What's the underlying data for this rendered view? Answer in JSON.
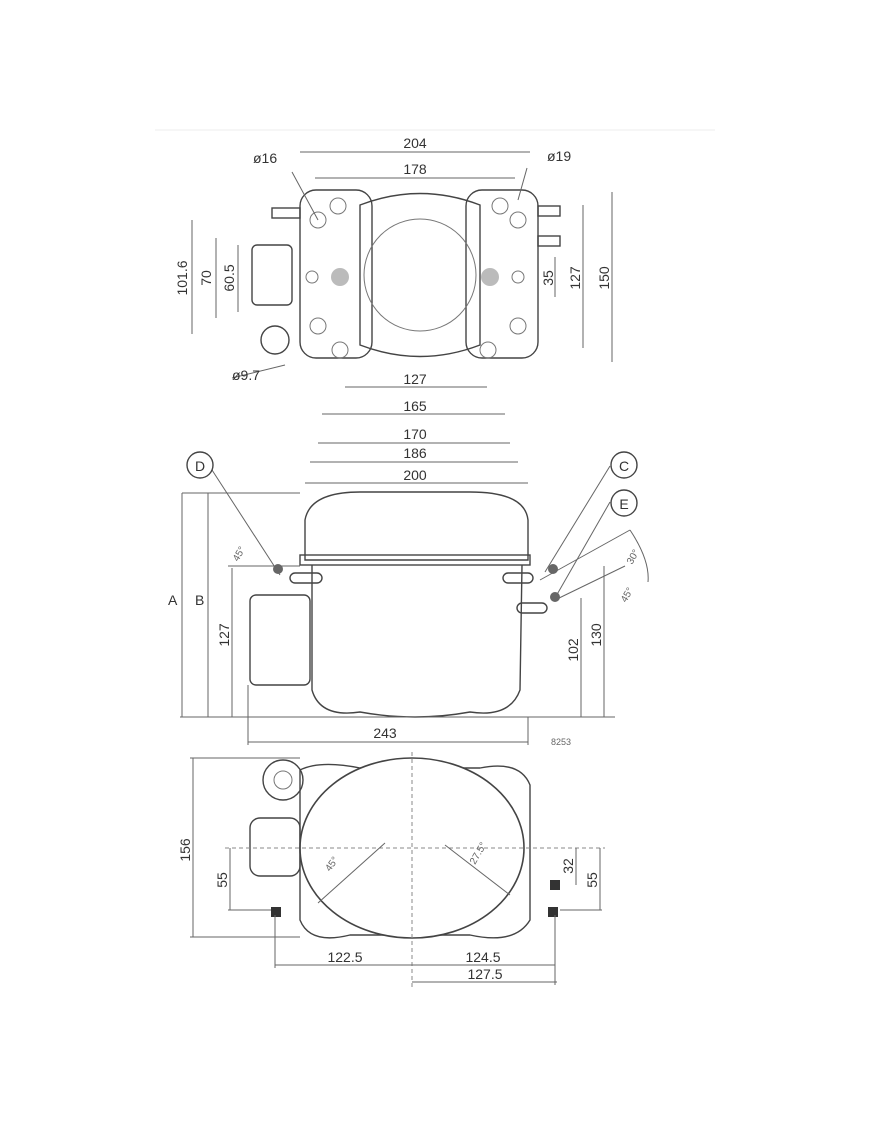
{
  "top_view": {
    "dims": {
      "d204": "204",
      "d178": "178",
      "phi16": "ø16",
      "phi19": "ø19",
      "phi9_7": "ø9.7",
      "d101_6": "101.6",
      "d70": "70",
      "d60_5": "60.5",
      "d35": "35",
      "d127v": "127",
      "d150": "150",
      "d127h": "127",
      "d165": "165",
      "d170": "170",
      "d186": "186"
    }
  },
  "side_view": {
    "callouts": {
      "D": "D",
      "C": "C",
      "E": "E"
    },
    "dims": {
      "A": "A",
      "B": "B",
      "d200": "200",
      "d127": "127",
      "d102": "102",
      "d130": "130",
      "d243": "243",
      "ang_left": "45°",
      "ang_right1": "30°",
      "ang_right2": "45°"
    },
    "drawing_code": "8253"
  },
  "bottom_view": {
    "dims": {
      "d156": "156",
      "d55l": "55",
      "d32": "32",
      "d55r": "55",
      "d122_5": "122.5",
      "d124_5": "124.5",
      "d127_5": "127.5",
      "ang_l": "45°",
      "ang_r": "27.5°"
    }
  }
}
